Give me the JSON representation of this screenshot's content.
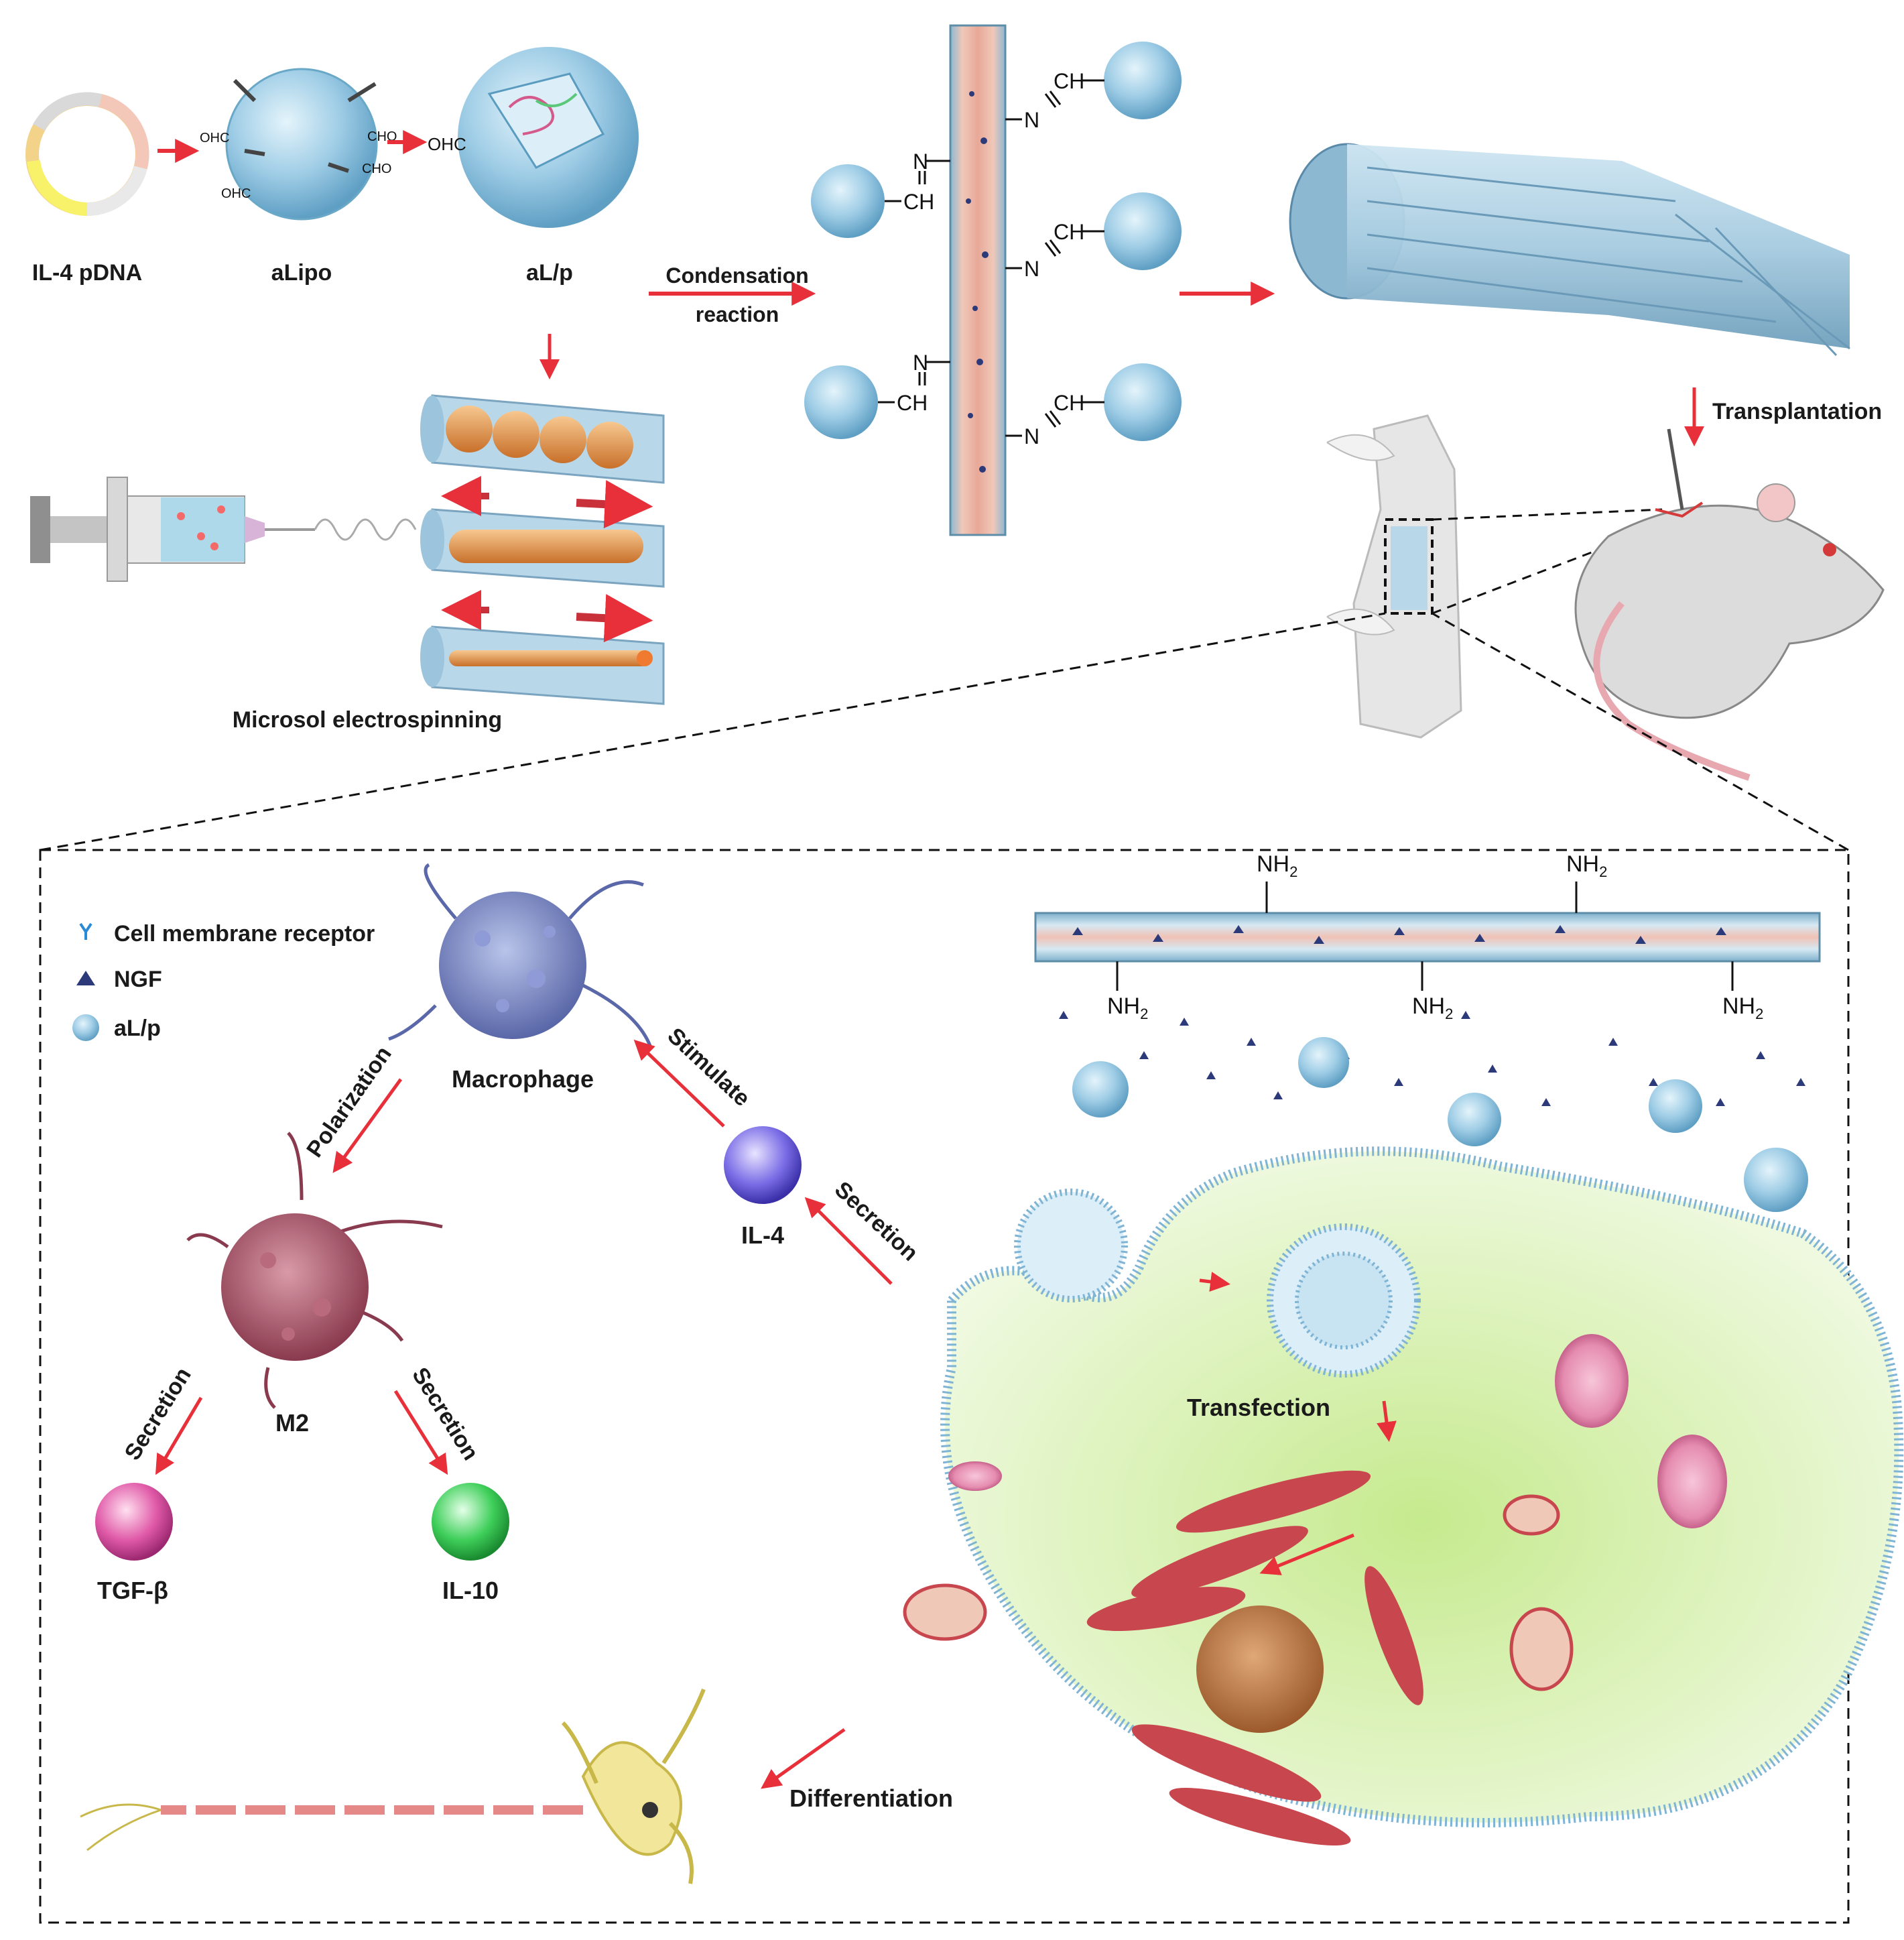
{
  "top": {
    "steps": {
      "pdna": "IL-4 pDNA",
      "alipo": "aLipo",
      "alp": "aL/p"
    },
    "condensation_line1": "Condensation",
    "condensation_line2": "reaction",
    "electrospinning": "Microsol electrospinning",
    "transplantation": "Transplantation",
    "aldehyde": "CHO",
    "aldehyde_left": "OHC",
    "imine_n": "N",
    "imine_ch": "CH"
  },
  "bottom": {
    "legend": {
      "receptor": "Cell membrane receptor",
      "ngf": "NGF",
      "alp": "aL/p"
    },
    "amine_base": "NH",
    "amine_sub": "2",
    "macrophage": "Macrophage",
    "m2": "M2",
    "il4": "IL-4",
    "tgf": "TGF-β",
    "il10": "IL-10",
    "polarization": "Polarization",
    "stimulate": "Stimulate",
    "secretion": "Secretion",
    "transfection": "Transfection",
    "differentiation": "Differentiation"
  },
  "colors": {
    "arrow_red": "#e8303a",
    "liposome_blue": "#8ec4e0",
    "cell_green": "#d8f0b0",
    "organelle_red": "#c8464e",
    "il4_purple": "#7b6ee6",
    "tgf_pink": "#e05aa8",
    "il10_green": "#3fcf5a"
  }
}
